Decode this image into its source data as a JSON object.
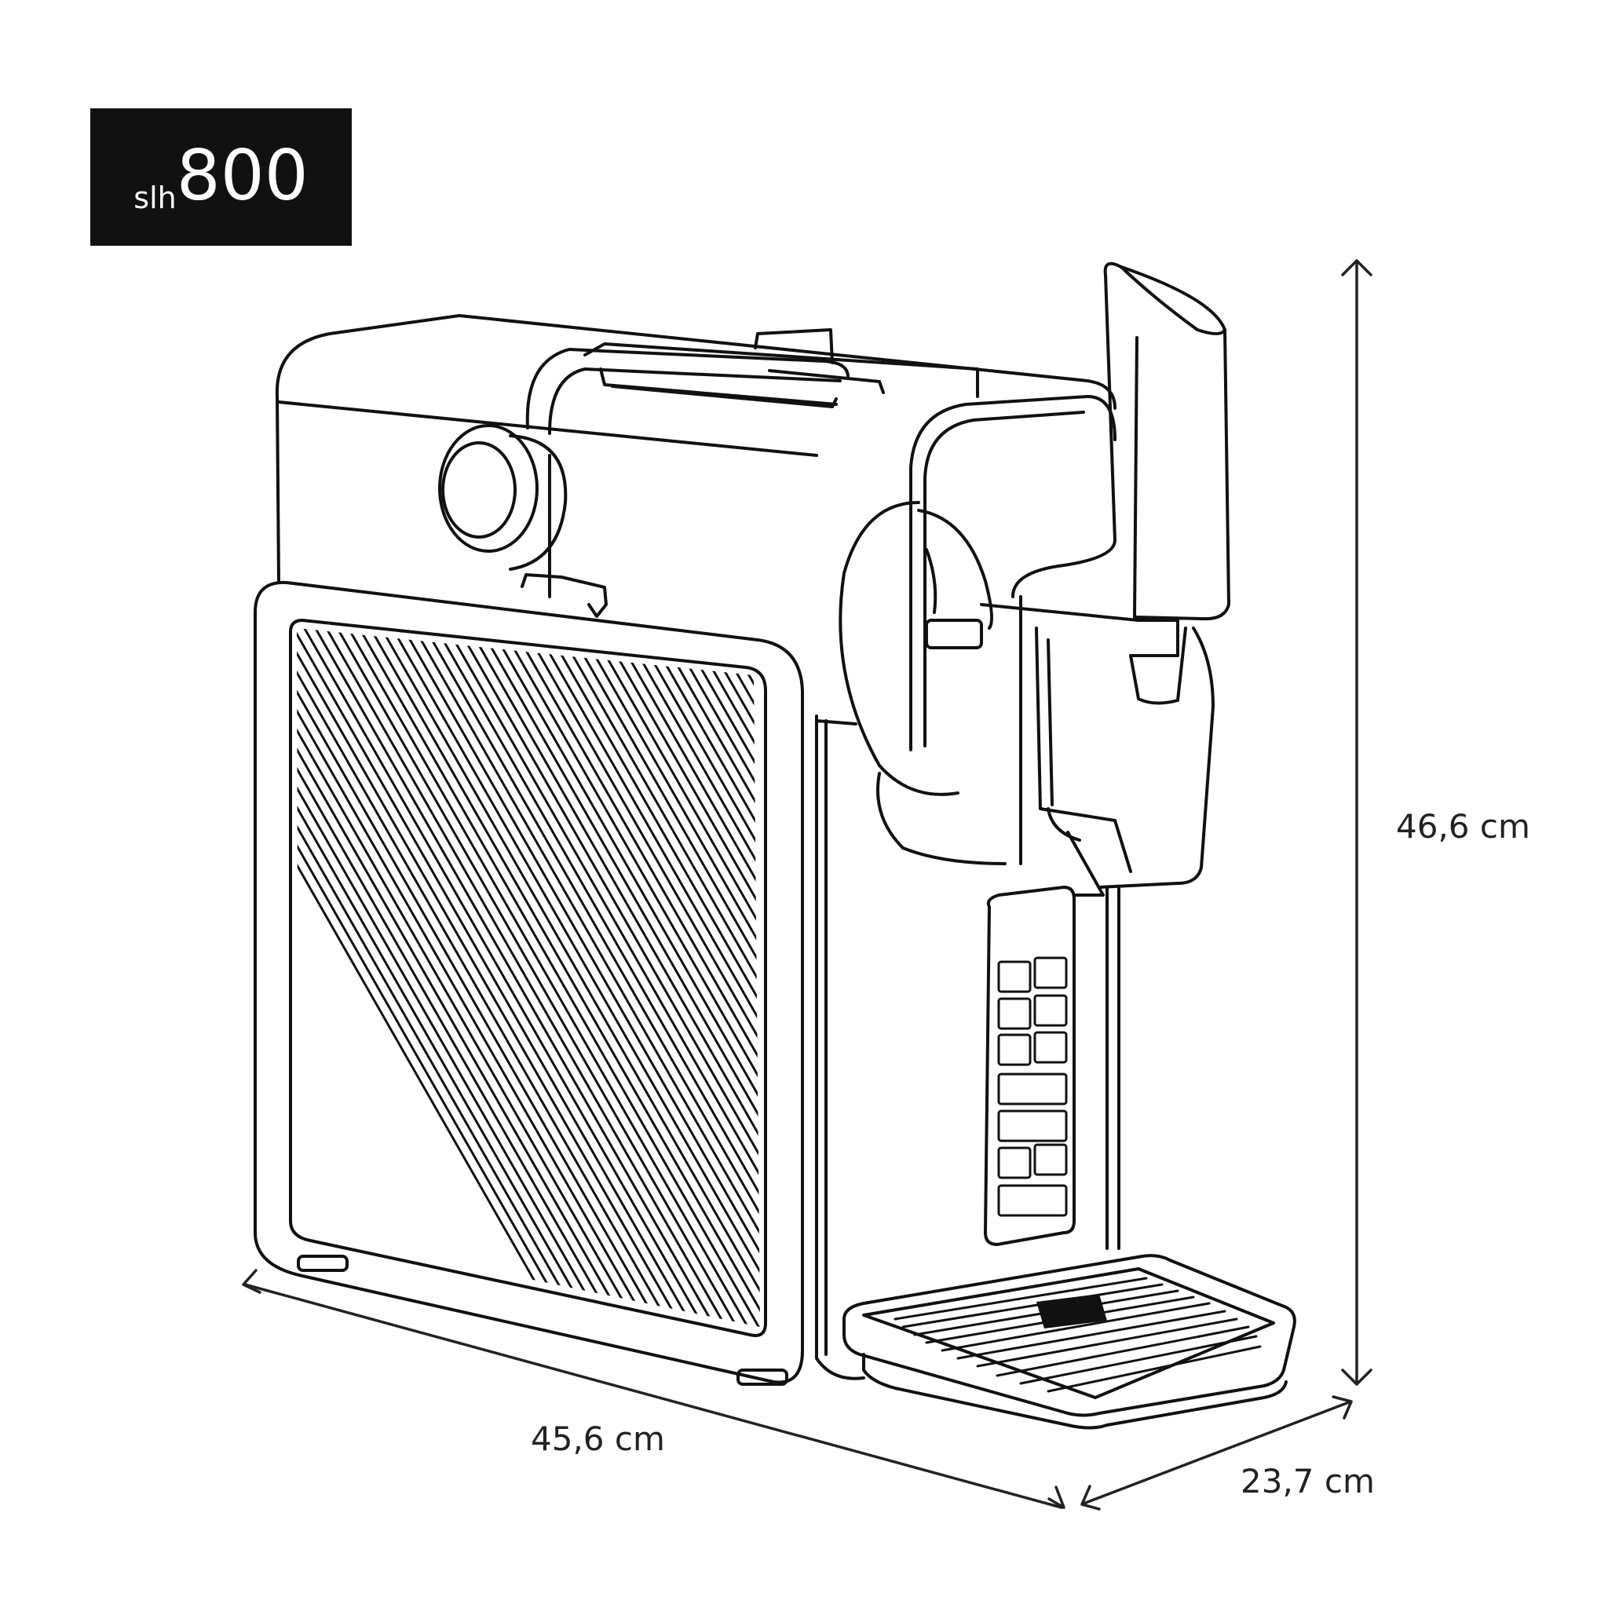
{
  "model_badge": {
    "prefix": "slh",
    "number": "800"
  },
  "dimensions": {
    "height": "46,6 cm",
    "width": "45,6 cm",
    "depth": "23,7 cm"
  },
  "colors": {
    "badge_bg": "#111111",
    "badge_text": "#ffffff",
    "line": "#111111"
  }
}
